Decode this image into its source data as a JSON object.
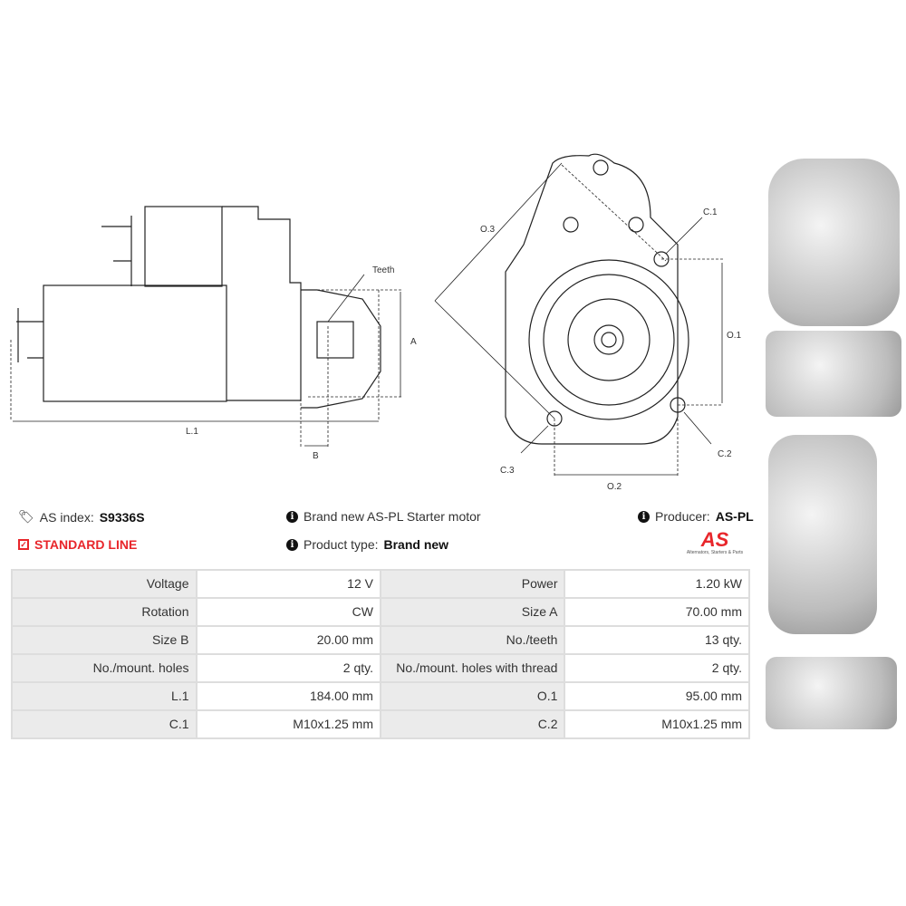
{
  "drawing": {
    "teeth": "Teeth",
    "a": "A",
    "l1": "L.1",
    "b": "B",
    "o3": "O.3",
    "c1": "C.1",
    "o1": "O.1",
    "c2": "C.2",
    "c3": "C.3",
    "o2": "O.2"
  },
  "info": {
    "index_label": "AS index:",
    "index_value": "S9336S",
    "line": "STANDARD LINE",
    "description": "Brand new AS-PL Starter motor",
    "type_label": "Product type:",
    "type_value": "Brand new",
    "producer_label": "Producer:",
    "producer_value": "AS-PL",
    "logo_text": "AS",
    "logo_tagline": "Alternators, Starters & Parts"
  },
  "colors": {
    "accent": "#e8262b"
  },
  "specs": [
    [
      "Voltage",
      "12 V",
      "Power",
      "1.20 kW"
    ],
    [
      "Rotation",
      "CW",
      "Size A",
      "70.00 mm"
    ],
    [
      "Size B",
      "20.00 mm",
      "No./teeth",
      "13 qty."
    ],
    [
      "No./mount. holes",
      "2 qty.",
      "No./mount. holes with thread",
      "2 qty."
    ],
    [
      "L.1",
      "184.00 mm",
      "O.1",
      "95.00 mm"
    ],
    [
      "C.1",
      "M10x1.25 mm",
      "C.2",
      "M10x1.25 mm"
    ]
  ]
}
